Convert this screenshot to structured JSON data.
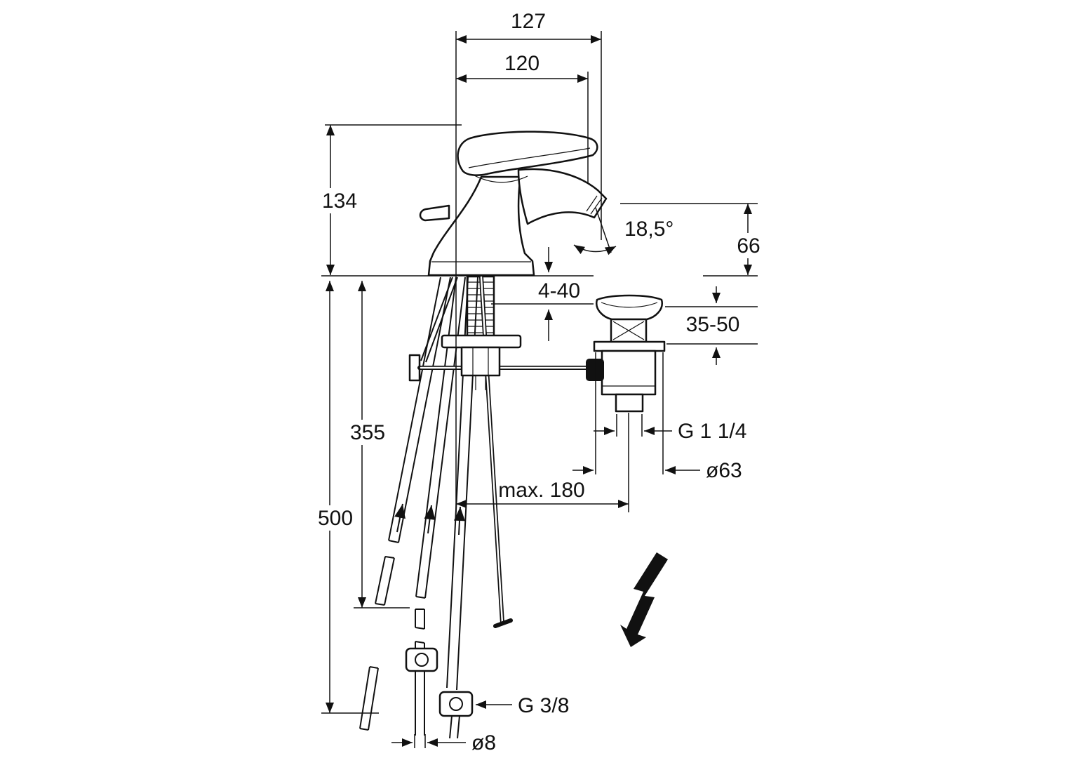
{
  "drawing": {
    "subject": "Single-lever basin mixer with pop-up waste — installation dimension drawing",
    "colors": {
      "line": "#111111",
      "background": "#ffffff"
    }
  },
  "dimensions": {
    "overall_projection": "127",
    "spout_reach": "120",
    "body_height": "134",
    "spout_angle": "18,5°",
    "outlet_height": "66",
    "mounting_thickness": "4-40",
    "waste_adjustment": "35-50",
    "hose_length": "355",
    "rod_length": "500",
    "waste_thread": "G 1 1/4",
    "waste_diameter": "ø63",
    "rod_reach": "max. 180",
    "supply_thread": "G 3/8",
    "pipe_diameter": "ø8"
  }
}
